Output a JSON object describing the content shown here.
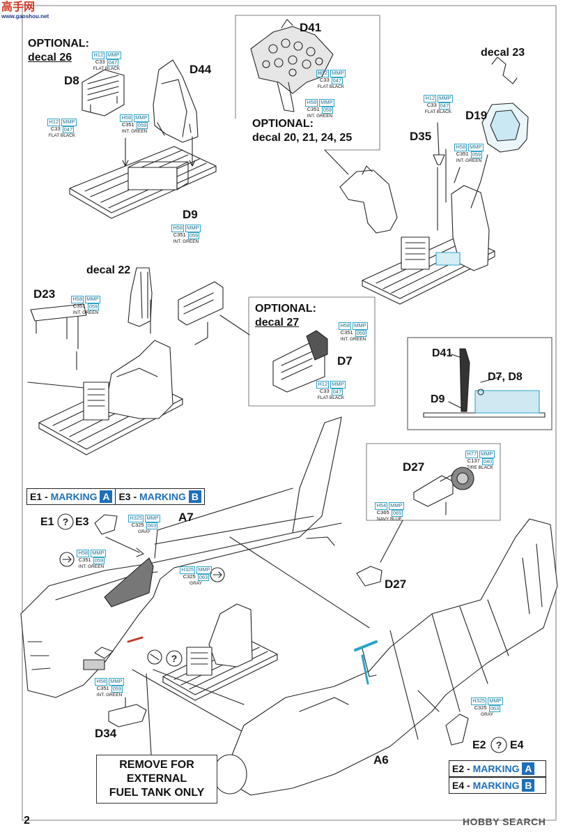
{
  "page_number": "2",
  "site_logo": {
    "prefix": "高手网",
    "url": "www.gaoshou.net"
  },
  "watermark": {
    "brand": "HOBBY SEARCH"
  },
  "optional_labels": {
    "d8_opt": "OPTIONAL:",
    "d8_decal": "decal 26",
    "d41_opt": "OPTIONAL:",
    "d41_decal": "decal 20, 21, 24, 25",
    "d7_opt": "OPTIONAL:",
    "d7_decal": "decal 27",
    "decal23": "decal 23",
    "decal22": "decal 22"
  },
  "parts": {
    "d41": "D41",
    "d44": "D44",
    "d8": "D8",
    "d9": "D9",
    "d35": "D35",
    "d19": "D19",
    "d23": "D23",
    "d7": "D7",
    "d27a": "D27",
    "d27b": "D27",
    "a7": "A7",
    "a6": "A6",
    "d34": "D34",
    "inset_d41": "D41",
    "inset_d7d8": "D7, D8",
    "inset_d9": "D9"
  },
  "paints": [
    {
      "h": "H12",
      "mmp": "MMP",
      "c": "C33",
      "v": "047",
      "name": "FLAT BLACK"
    },
    {
      "h": "H58",
      "mmp": "MMP",
      "c": "C351",
      "v": "059",
      "name": "INT. GREEN"
    },
    {
      "h": "H77",
      "mmp": "MMP",
      "c": "C137",
      "v": "040",
      "name": "TIRE BLACK"
    },
    {
      "h": "H54",
      "mmp": "MMP",
      "c": "C365",
      "v": "065",
      "name": "NAVY BLUE"
    },
    {
      "h": "H325",
      "mmp": "MMP",
      "c": "C325",
      "v": "063",
      "name": "GRAY"
    }
  ],
  "markings": {
    "e1": "E1",
    "e3": "E3",
    "e2": "E2",
    "e4": "E4",
    "marking": "MARKING",
    "a": "A",
    "b": "B",
    "dash": "-",
    "e1q_left": "E1",
    "e1q_right": "E3",
    "e2q_left": "E2",
    "e2q_right": "E4"
  },
  "remove_note": {
    "line1": "REMOVE FOR",
    "line2": "EXTERNAL",
    "line3": "FUEL TANK ONLY"
  }
}
